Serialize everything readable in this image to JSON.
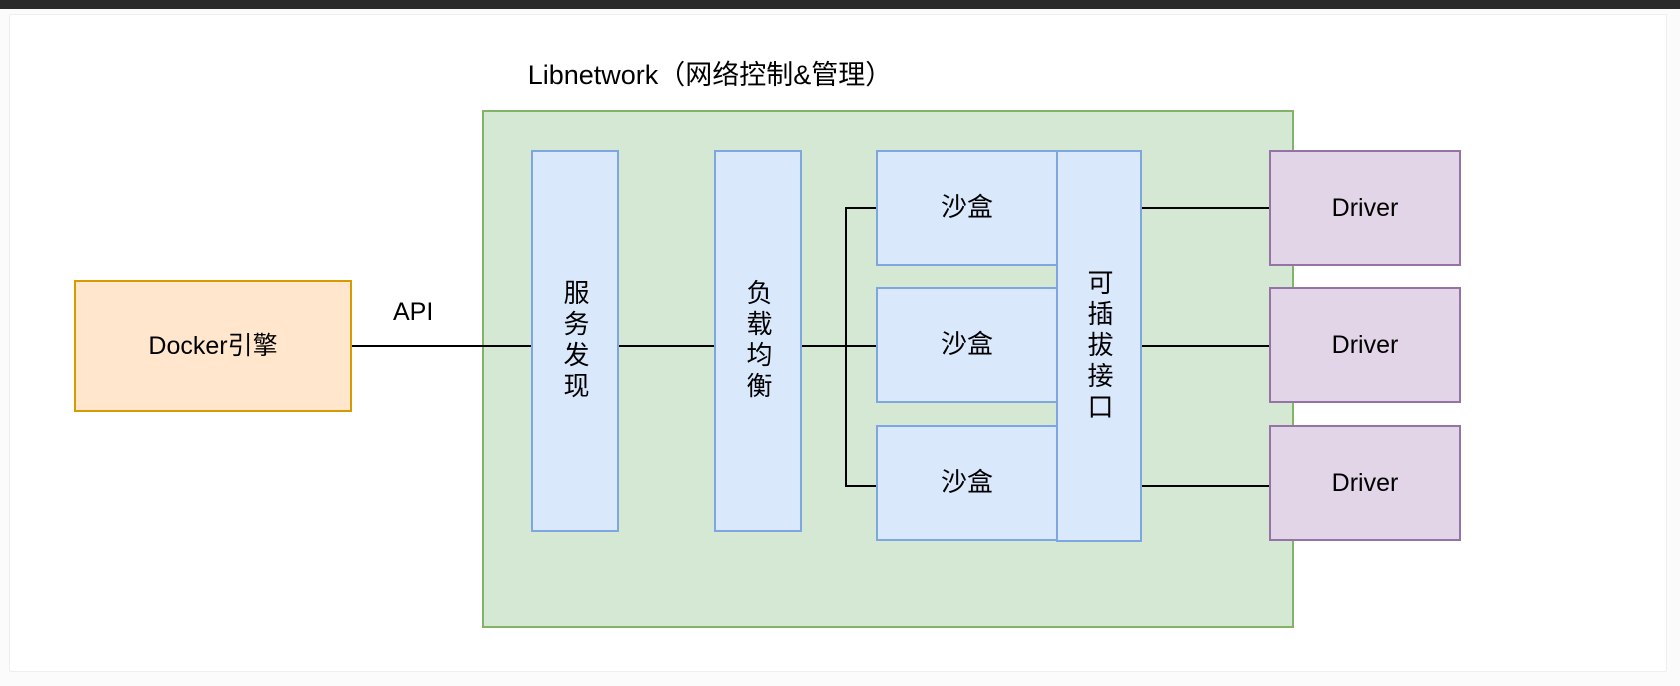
{
  "page": {
    "background": "#ffffff",
    "canvas_background": "#fbfbfb",
    "topbar_color": "#2b2b2b"
  },
  "diagram": {
    "type": "block-architecture",
    "title": "Libnetwork（网络控制&管理）",
    "title_font_size": "27px",
    "colors": {
      "container_fill": "#d5e8d4",
      "container_stroke": "#82b366",
      "blue_fill": "#dae8fc",
      "blue_stroke": "#7ea6e0",
      "orange_fill": "#ffe6cc",
      "orange_stroke": "#d79b00",
      "purple_fill": "#e1d5e7",
      "purple_stroke": "#9673a6",
      "edge_stroke": "#000000"
    },
    "container": {
      "name": "libnetwork-container",
      "label": ""
    },
    "nodes": {
      "docker_engine": {
        "label": "Docker引擎",
        "shape": "rect",
        "fill": "orange"
      },
      "service_discovery": {
        "label": "服务发现",
        "shape": "rect-vertical",
        "fill": "blue"
      },
      "load_balance": {
        "label": "负载均衡",
        "shape": "rect-vertical",
        "fill": "blue"
      },
      "sandbox_1": {
        "label": "沙盒",
        "shape": "rect",
        "fill": "blue"
      },
      "sandbox_2": {
        "label": "沙盒",
        "shape": "rect",
        "fill": "blue"
      },
      "sandbox_3": {
        "label": "沙盒",
        "shape": "rect",
        "fill": "blue"
      },
      "pluggable_interface": {
        "label": "可插拔接口",
        "shape": "rect-vertical",
        "fill": "blue"
      },
      "driver_1": {
        "label": "Driver",
        "shape": "rect",
        "fill": "purple"
      },
      "driver_2": {
        "label": "Driver",
        "shape": "rect",
        "fill": "purple"
      },
      "driver_3": {
        "label": "Driver",
        "shape": "rect",
        "fill": "purple"
      }
    },
    "edges": [
      {
        "from": "docker_engine",
        "to": "service_discovery",
        "label": "API"
      },
      {
        "from": "service_discovery",
        "to": "load_balance",
        "label": ""
      },
      {
        "from": "load_balance",
        "to": "sandbox_1",
        "label": ""
      },
      {
        "from": "load_balance",
        "to": "sandbox_2",
        "label": ""
      },
      {
        "from": "load_balance",
        "to": "sandbox_3",
        "label": ""
      },
      {
        "from": "pluggable_interface",
        "to": "driver_1",
        "label": ""
      },
      {
        "from": "pluggable_interface",
        "to": "driver_2",
        "label": ""
      },
      {
        "from": "pluggable_interface",
        "to": "driver_3",
        "label": ""
      }
    ],
    "edge_labels": {
      "api": "API"
    }
  }
}
